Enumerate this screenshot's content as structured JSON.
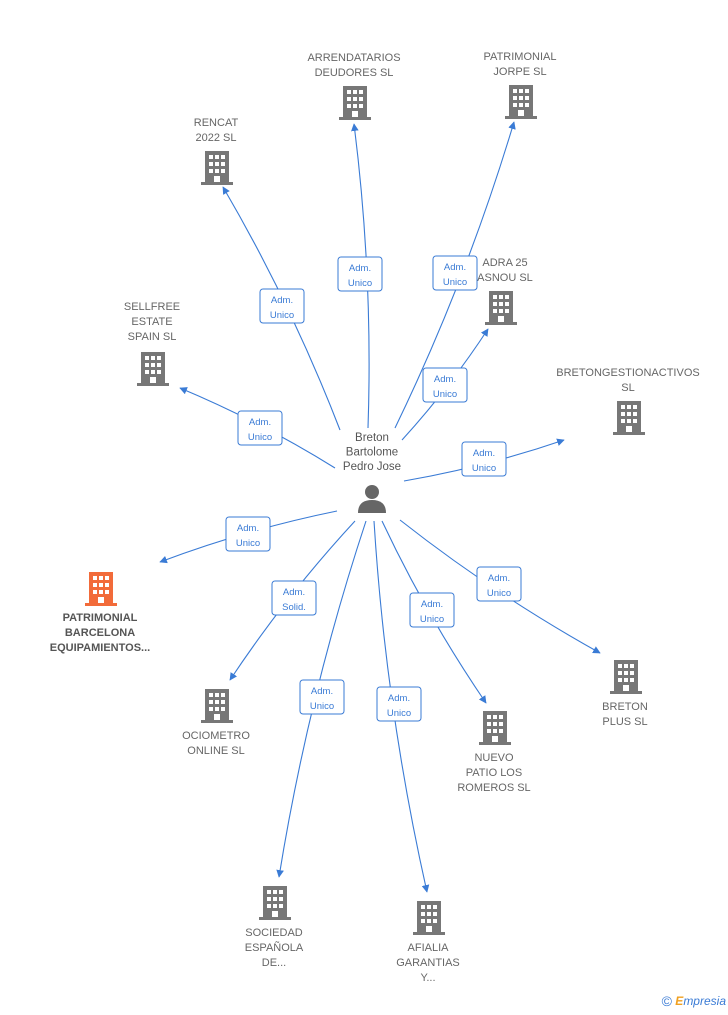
{
  "center": {
    "label": [
      "Breton",
      "Bartolome",
      "Pedro Jose"
    ],
    "color": "#666666"
  },
  "colors": {
    "edge": "#3a7bd5",
    "company": "#777777",
    "highlight": "#f26b3a"
  },
  "nodes": [
    {
      "id": "arrendatarios",
      "label": [
        "ARRENDATARIOS",
        "DEUDORES SL"
      ],
      "relation": [
        "Adm.",
        "Unico"
      ],
      "highlight": false
    },
    {
      "id": "patrimonial-jorpe",
      "label": [
        "PATRIMONIAL",
        "JORPE  SL"
      ],
      "relation": [
        "Adm.",
        "Unico"
      ],
      "highlight": false
    },
    {
      "id": "rencat",
      "label": [
        "RENCAT",
        "2022  SL"
      ],
      "relation": [
        "Adm.",
        "Unico"
      ],
      "highlight": false
    },
    {
      "id": "adra",
      "label": [
        "ADRA 25",
        "ASNOU  SL"
      ],
      "relation": [
        "Adm.",
        "Unico"
      ],
      "highlight": false
    },
    {
      "id": "sellfree",
      "label": [
        "SELLFREE",
        "ESTATE",
        "SPAIN  SL"
      ],
      "relation": [
        "Adm.",
        "Unico"
      ],
      "highlight": false
    },
    {
      "id": "bretongestion",
      "label": [
        "BRETONGESTIONACTIVOS",
        "SL"
      ],
      "relation": [
        "Adm.",
        "Unico"
      ],
      "highlight": false
    },
    {
      "id": "patrimonial-barcelona",
      "label": [
        "PATRIMONIAL",
        "BARCELONA",
        "EQUIPAMIENTOS..."
      ],
      "relation": [
        "Adm.",
        "Unico"
      ],
      "highlight": true
    },
    {
      "id": "ociometro",
      "label": [
        "OCIOMETRO",
        "ONLINE SL"
      ],
      "relation": [
        "Adm.",
        "Solid."
      ],
      "highlight": false
    },
    {
      "id": "breton-plus",
      "label": [
        "BRETON",
        "PLUS  SL"
      ],
      "relation": [
        "Adm.",
        "Unico"
      ],
      "highlight": false
    },
    {
      "id": "nuevo-patio",
      "label": [
        "NUEVO",
        "PATIO LOS",
        "ROMEROS  SL"
      ],
      "relation": [
        "Adm.",
        "Unico"
      ],
      "highlight": false
    },
    {
      "id": "sociedad",
      "label": [
        "SOCIEDAD",
        "ESPAÑOLA",
        "DE..."
      ],
      "relation": [
        "Adm.",
        "Unico"
      ],
      "highlight": false
    },
    {
      "id": "afialia",
      "label": [
        "AFIALIA",
        "GARANTIAS",
        "Y..."
      ],
      "relation": [
        "Adm.",
        "Unico"
      ],
      "highlight": false
    }
  ],
  "brand": {
    "copyright": "©",
    "first": "E",
    "rest": "mpresia"
  }
}
